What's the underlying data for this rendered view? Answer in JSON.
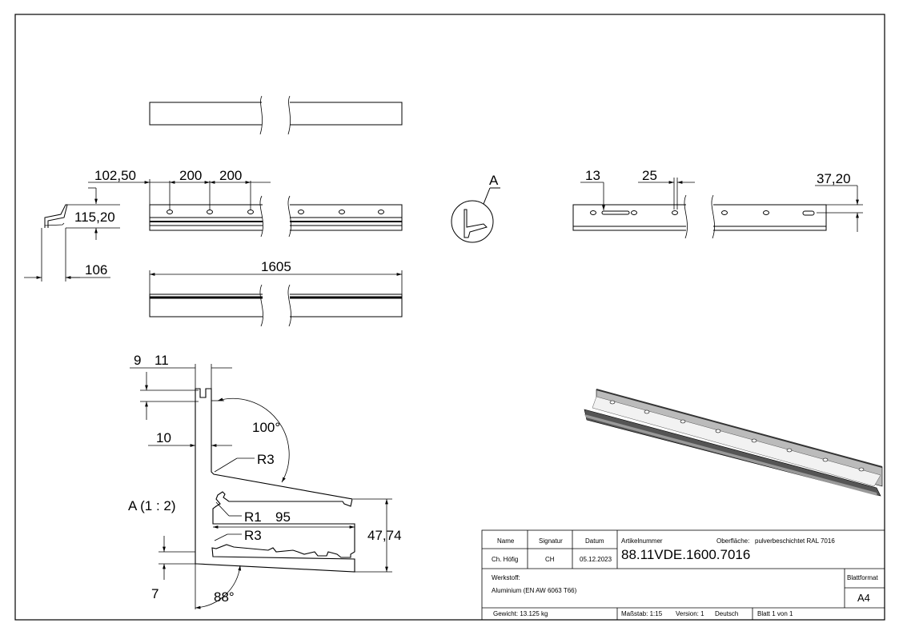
{
  "dimensions": {
    "d_102_50": "102,50",
    "d_200_a": "200",
    "d_200_b": "200",
    "d_115_20": "115,20",
    "d_106": "106",
    "d_1605": "1605",
    "d_13": "13",
    "d_25": "25",
    "d_37_20": "37,20",
    "d_9": "9",
    "d_11": "11",
    "d_10": "10",
    "d_100deg": "100°",
    "d_r3_top": "R3",
    "d_r1": "R1",
    "d_95": "95",
    "d_r3_bottom": "R3",
    "d_47_74": "47,74",
    "d_7": "7",
    "d_88deg": "88°"
  },
  "detail": {
    "callout_letter": "A",
    "detail_label": "A (1 : 2)"
  },
  "title_block": {
    "name_header": "Name",
    "signature_header": "Signatur",
    "date_header": "Datum",
    "article_header": "Artikelnummer",
    "surface_label": "Oberfläche:",
    "surface_value": "pulverbeschichtet RAL 7016",
    "name_value": "Ch. Höfig",
    "signature_value": "CH",
    "date_value": "05.12.2023",
    "article_number": "88.11VDE.1600.7016",
    "material_label": "Werkstoff:",
    "material_value": "Aluminium (EN AW 6063 T66)",
    "sheet_format_label": "Blattformat",
    "sheet_format_value": "A4",
    "weight": "Gewicht: 13.125 kg",
    "scale": "Maßstab: 1:15",
    "version": "Version: 1",
    "language": "Deutsch",
    "sheet_number": "Blatt 1 von 1"
  }
}
